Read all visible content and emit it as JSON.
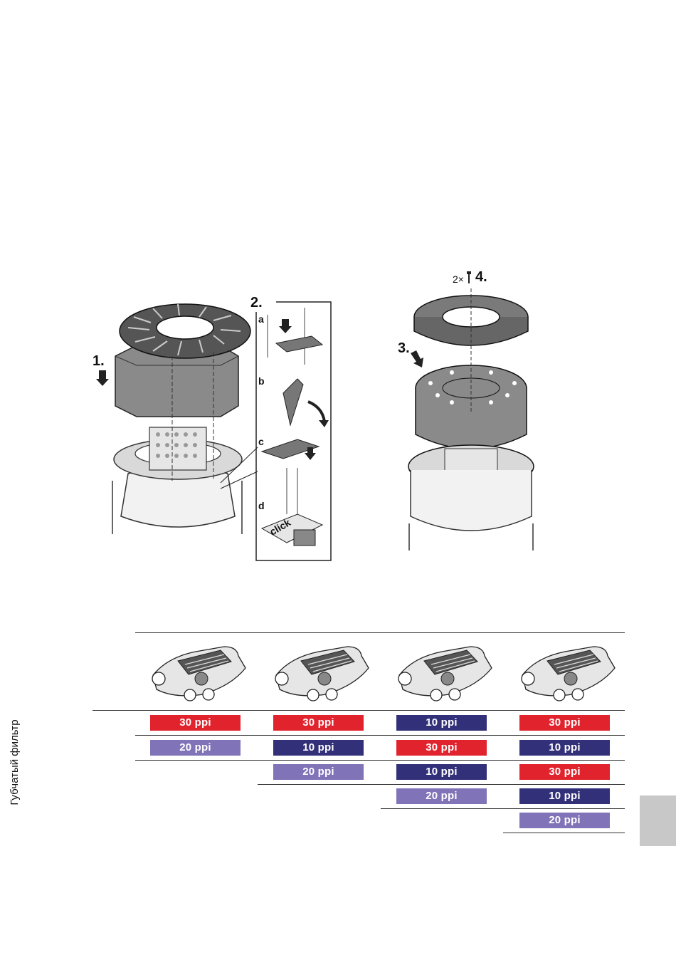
{
  "figure": {
    "steps": [
      "1.",
      "2.",
      "3.",
      "4."
    ],
    "substeps": [
      "a",
      "b",
      "c",
      "d"
    ],
    "click_label": "click",
    "screw_qty": "2×"
  },
  "table": {
    "row_label": "Губчатый фильтр",
    "columns": [
      {
        "filters": [
          {
            "label": "30 ppi",
            "color": "#e1232d"
          },
          {
            "label": "20 ppi",
            "color": "#8073b7"
          }
        ]
      },
      {
        "filters": [
          {
            "label": "30 ppi",
            "color": "#e1232d"
          },
          {
            "label": "10 ppi",
            "color": "#33307a"
          },
          {
            "label": "20 ppi",
            "color": "#8073b7"
          }
        ]
      },
      {
        "filters": [
          {
            "label": "10 ppi",
            "color": "#33307a"
          },
          {
            "label": "30 ppi",
            "color": "#e1232d"
          },
          {
            "label": "10 ppi",
            "color": "#33307a"
          },
          {
            "label": "20 ppi",
            "color": "#8073b7"
          }
        ]
      },
      {
        "filters": [
          {
            "label": "30 ppi",
            "color": "#e1232d"
          },
          {
            "label": "10 ppi",
            "color": "#33307a"
          },
          {
            "label": "30 ppi",
            "color": "#e1232d"
          },
          {
            "label": "10 ppi",
            "color": "#33307a"
          },
          {
            "label": "20 ppi",
            "color": "#8073b7"
          }
        ]
      }
    ]
  }
}
